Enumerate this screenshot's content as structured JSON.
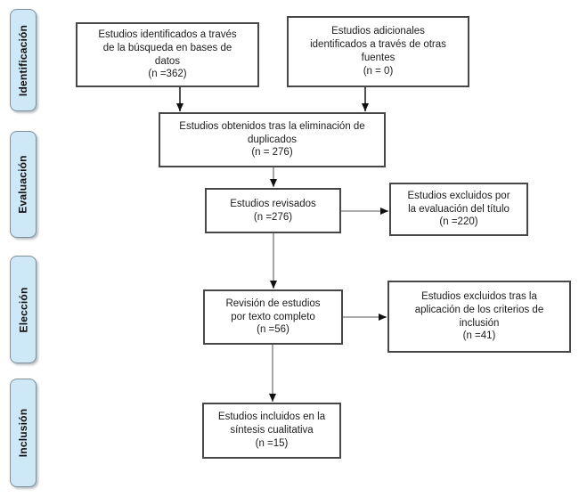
{
  "stages": [
    {
      "label": "Identificación"
    },
    {
      "label": "Evaluación"
    },
    {
      "label": "Elección"
    },
    {
      "label": "Inclusión"
    }
  ],
  "nodes": {
    "identified_db": {
      "text": "Estudios identificados a través\nde la búsqueda en bases de\ndatos\n(n =362)",
      "n": 362
    },
    "identified_other": {
      "text": "Estudios adicionales\nidentificados a través de otras\nfuentes\n(n = 0)",
      "n": 0
    },
    "deduplicated": {
      "text": "Estudios obtenidos tras la eliminación de\nduplicados\n(n = 276)",
      "n": 276
    },
    "screened": {
      "text": "Estudios revisados\n(n =276)",
      "n": 276
    },
    "excluded_title": {
      "text": "Estudios excluidos por\nla evaluación del título\n(n =220)",
      "n": 220
    },
    "fulltext_review": {
      "text": "Revisión de estudios\npor texto completo\n(n =56)",
      "n": 56
    },
    "excluded_criteria": {
      "text": "Estudios excluidos tras la\naplicación de los criterios de\ninclusión\n(n =41)",
      "n": 41
    },
    "included_qualitative": {
      "text": "Estudios incluidos en la\nsíntesis cualitativa\n(n =15)",
      "n": 15
    }
  },
  "colors": {
    "stage_fill": "#cfe8f8",
    "stage_border": "#7d8f9b",
    "node_border": "#474747",
    "arrow_line_gray": "#8f8f8f",
    "arrow_line_dark": "#222222",
    "arrowhead": "#101010"
  }
}
